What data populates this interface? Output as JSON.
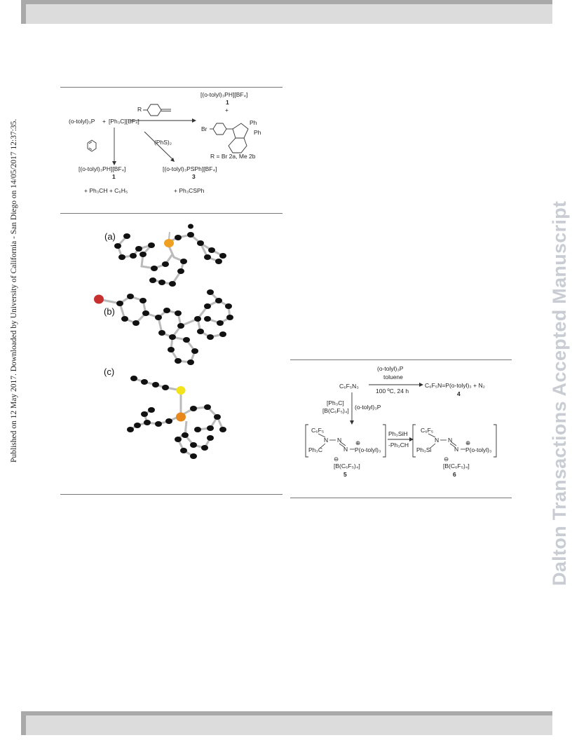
{
  "vertical": {
    "left": "Published on 12 May 2017. Downloaded by University of California - San Diego on 14/05/2017 12:37:35.",
    "right": "Dalton Transactions Accepted Manuscript"
  },
  "scheme1": {
    "reactant_phosphine": "(o-tolyl)₃P",
    "plus": "+",
    "reactant_trityl": "[Ph₃C][BF₄]",
    "alkyne_r": "R",
    "top_product": "[(o-tolyl)₃PH][BF₄]",
    "top_product_num": "1",
    "top_plus": "+",
    "indene_br": "Br",
    "indene_ph1": "Ph",
    "indene_ph2": "Ph",
    "r_label": "R = Br 2a, Me 2b",
    "phs_reagent": "(PhS)₂",
    "left_product": "[(o-tolyl)₃PH][BF₄]",
    "left_product_num": "1",
    "left_byproduct": "+ Ph₃CH + C₆H₅",
    "mid_product": "[(o-tolyl)₃PSPh][BF₄]",
    "mid_product_num": "3",
    "mid_byproduct": "+ Ph₃CSPh"
  },
  "figure": {
    "label_a": "(a)",
    "label_b": "(b)",
    "label_c": "(c)"
  },
  "scheme2": {
    "reagent_top": "(o-tolyl)₃P",
    "reagent_solvent": "toluene",
    "conditions": "100 ºC, 24 h",
    "start": "C₆F₅N₃",
    "product4": "C₆F₅N=P(o-tolyl)₃ + N₂",
    "product4_num": "4",
    "down_reagent1": "[Ph₃C]",
    "down_reagent2": "[B(C₆F₅)₄]",
    "down_reagent3": "(o-tolyl)₃P",
    "c5_c6f5": "C₆F₅",
    "c5_ph3c": "Ph₃C",
    "c5_n1": "N",
    "c5_n2": "N",
    "c5_n3": "N",
    "c5_p": "P(o-tolyl)₃",
    "c5_plus": "⊕",
    "c5_minus": "⊖",
    "c5_anion": "[B(C₆F₅)₄]",
    "c5_num": "5",
    "arrow_top": "Ph₃SiH",
    "arrow_bottom": "-Ph₃CH",
    "c6_c6f5": "C₆F₅",
    "c6_ph3si": "Ph₃Si",
    "c6_n1": "N",
    "c6_n2": "N",
    "c6_n3": "N",
    "c6_p": "P(o-tolyl)₃",
    "c6_plus": "⊕",
    "c6_minus": "⊖",
    "c6_anion": "[B(C₆F₅)₄]",
    "c6_num": "6"
  }
}
